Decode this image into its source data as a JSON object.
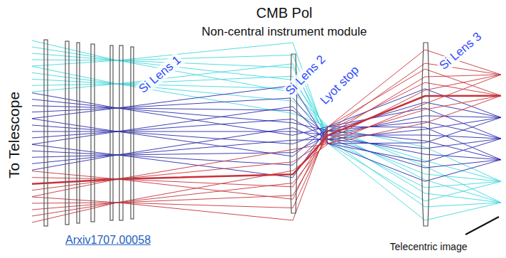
{
  "diagram": {
    "title": "CMB Pol",
    "labels": [
      "Non-central instrument module",
      "To Telescope",
      "Si Lens 1",
      "Si Lens 2",
      "Lyot stop",
      "Si Lens 3",
      "Telecentric image",
      "Arxiv1707.00058"
    ]
  }
}
